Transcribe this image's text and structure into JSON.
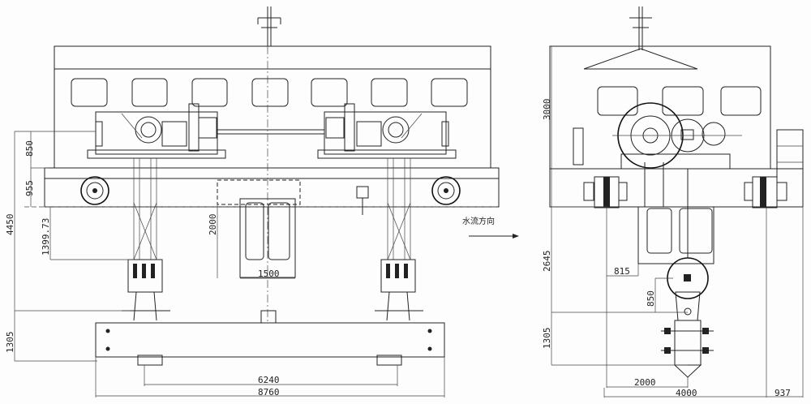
{
  "left_view": {
    "dimensions": {
      "d850": "850",
      "d955": "955",
      "d4450": "4450",
      "d1399": "1399.73",
      "d2000": "2000",
      "d1500": "1500",
      "d1305": "1305",
      "d6240": "6240",
      "d8760": "8760"
    },
    "flow_direction_label": "水流方向"
  },
  "right_view": {
    "dimensions": {
      "d3000": "3000",
      "d2645": "2645",
      "d815": "815",
      "d850": "850",
      "d1305": "1305",
      "d2000": "2000",
      "d4000": "4000",
      "d937": "937"
    }
  }
}
